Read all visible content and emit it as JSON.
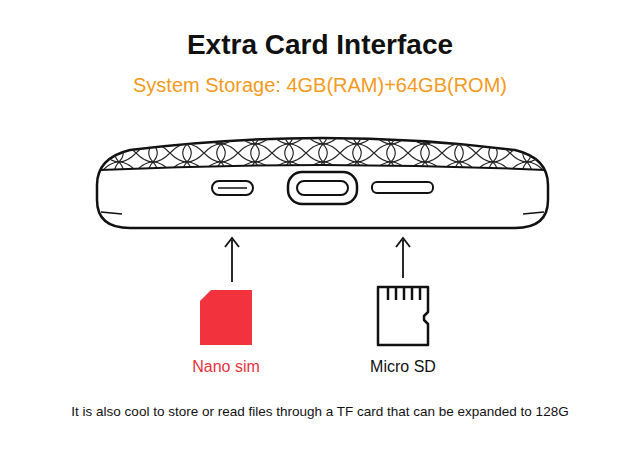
{
  "diagram": {
    "title": "Extra Card Interface",
    "caption": "It is also cool to store or read files through a TF card that can be expanded to 128G",
    "labels": [
      "System Storage: 4GB(RAM)+64GB(ROM)",
      "Nano sim",
      "Micro SD"
    ]
  }
}
